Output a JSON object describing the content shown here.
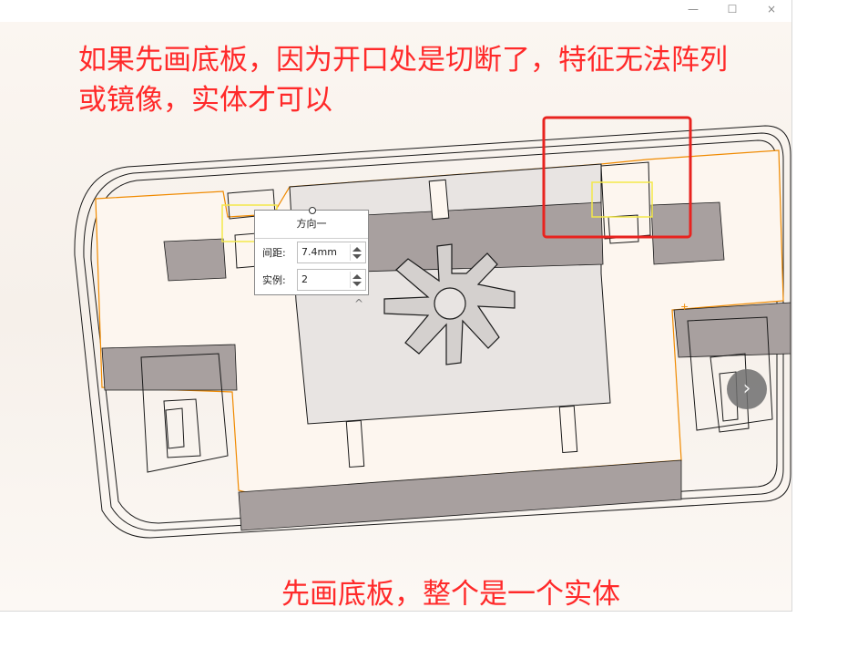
{
  "window": {
    "controls": {
      "minimize": "—",
      "maximize": "☐",
      "close": "×"
    }
  },
  "annotations": {
    "top_line_1": "如果先画底板，因为开口处是切断了，特征无法阵列",
    "top_line_2": "或镜像，实体才可以",
    "bottom": "先画底板，整个是一个实体"
  },
  "pattern_popup": {
    "title": "方向一",
    "spacing_label": "间距:",
    "spacing_value": "7.4mm",
    "count_label": "实例:",
    "count_value": "2"
  },
  "icons": {
    "collapse": "^",
    "next": "›"
  },
  "colors": {
    "annotation_text": "#ff2a2a",
    "highlight_box": "#e8231f",
    "selection_edge": "#f08a00",
    "preview_yellow": "#f3e84a",
    "wireframe": "#1a1a1a",
    "shaded_wall": "#a8a09f"
  }
}
